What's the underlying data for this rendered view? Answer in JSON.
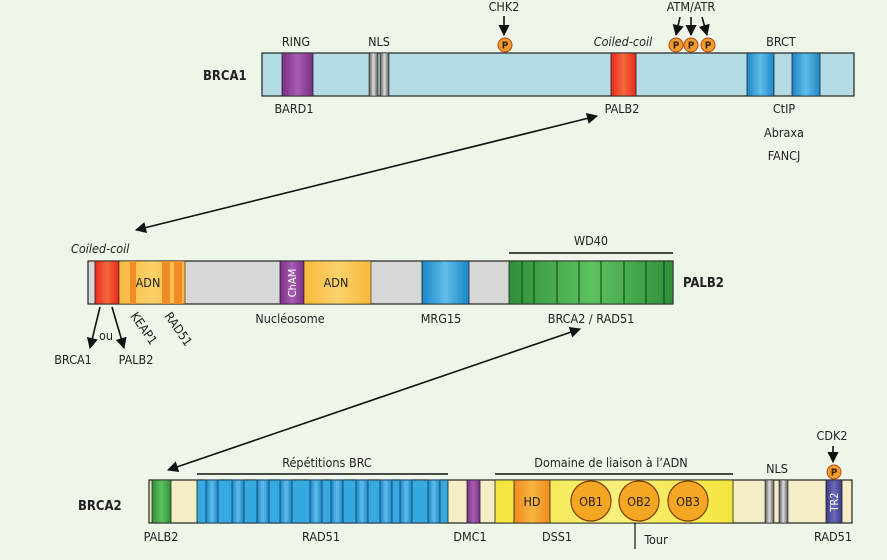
{
  "brca1": {
    "name": "BRCA1",
    "ring": "RING",
    "nls": "NLS",
    "chk2": "CHK2",
    "atm_atr": "ATM/ATR",
    "coiled": "Coiled-coil",
    "brct": "BRCT",
    "bard1": "BARD1",
    "palb2": "PALB2",
    "ctip": "CtIP",
    "abraxa": "Abraxa",
    "fancj": "FANCJ",
    "p": "P"
  },
  "palb2": {
    "name": "PALB2",
    "coiled": "Coiled-coil",
    "wd40": "WD40",
    "adn1": "ADN",
    "adn2": "ADN",
    "cham": "ChAM",
    "keap1": "KEAP1",
    "rad51": "RAD51",
    "ou": "ou",
    "brca1": "BRCA1",
    "palb2": "PALB2",
    "nucleosome": "Nucléosome",
    "mrg15": "MRG15",
    "brca2_rad51": "BRCA2 / RAD51"
  },
  "brca2": {
    "name": "BRCA2",
    "brc": "Répétitions BRC",
    "dna_domain": "Domaine de liaison à l’ADN",
    "nls": "NLS",
    "cdk2": "CDK2",
    "hd": "HD",
    "ob1": "OB1",
    "ob2": "OB2",
    "ob3": "OB3",
    "tr2": "TR2",
    "palb2": "PALB2",
    "rad51": "RAD51",
    "dmc1": "DMC1",
    "dss1": "DSS1",
    "tour": "Tour",
    "rad51_right": "RAD51",
    "p": "P"
  },
  "colors": {
    "background": "#eef5e9",
    "brca1_bar": "#b5dbe4",
    "purple": "#8e3f98",
    "red": "#f0442a",
    "blue": "#2e9fdc",
    "orange": "#f6aa33",
    "gray": "#d7d7d7",
    "green": "#42a845",
    "yellow": "#f2ea45",
    "cream": "#f4eec6",
    "phospho": "#f29b2f"
  }
}
